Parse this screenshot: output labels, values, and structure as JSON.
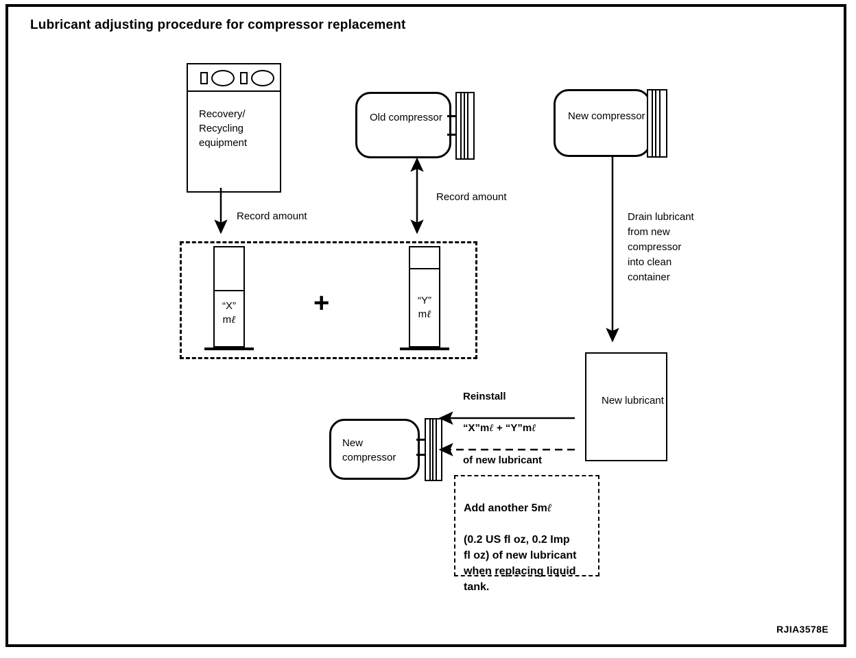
{
  "document": {
    "title": "Lubricant adjusting procedure for compressor replacement",
    "figure_code": "RJIA3578E"
  },
  "nodes": {
    "recovery_equipment": {
      "label": "Recovery/\nRecycling\nequipment",
      "type": "equipment-box"
    },
    "old_compressor": {
      "label": "Old\ncompressor",
      "type": "compressor"
    },
    "new_compressor_top": {
      "label": "New\ncompressor",
      "type": "compressor"
    },
    "new_compressor_bottom": {
      "label": "New\ncompressor",
      "type": "compressor"
    },
    "new_lubricant": {
      "label": "New\nlubricant",
      "type": "container"
    },
    "cylinder_x": {
      "label_top": "“X”",
      "label_bottom_prefix": "m",
      "label_bottom_unit": "ℓ"
    },
    "cylinder_y": {
      "label_top": "“Y”",
      "label_bottom_prefix": "m",
      "label_bottom_unit": "ℓ"
    },
    "plus_sign": "+"
  },
  "annotations": {
    "record_amount_left": "Record amount",
    "record_amount_right": "Record amount",
    "drain_lubricant": "Drain lubricant\nfrom new\ncompressor\ninto clean\ncontainer",
    "reinstall_line1": "Reinstall",
    "reinstall_line2_a": "“X”m",
    "reinstall_line2_unit1": "ℓ",
    "reinstall_line2_plus": "+",
    "reinstall_line2_b": "“Y”m",
    "reinstall_line2_unit2": "ℓ",
    "reinstall_line3": "of new lubricant",
    "note_line1_a": "Add another 5m",
    "note_line1_unit": "ℓ",
    "note_rest": "(0.2 US fl oz, 0.2 Imp\n fl oz) of new lubricant\nwhen replacing liquid\ntank."
  },
  "colors": {
    "ink": "#000000",
    "paper": "#ffffff"
  }
}
